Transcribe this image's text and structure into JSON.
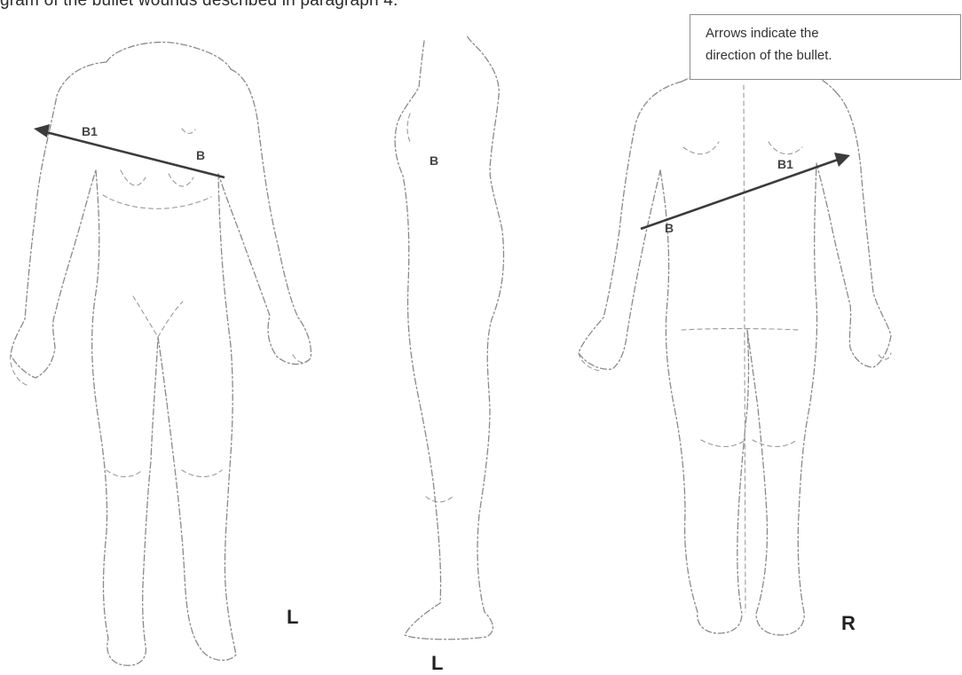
{
  "heading": "gram of the bullet wounds described in paragraph 4.",
  "callout": {
    "line1": "Arrows indicate the",
    "line2": "direction of the bullet."
  },
  "figures": {
    "front": {
      "label_b1": "B1",
      "label_b": "B",
      "side": "L"
    },
    "profile": {
      "label_b": "B",
      "side": "L"
    },
    "back": {
      "label_b1": "B1",
      "label_b": "B",
      "side": "R"
    }
  },
  "colors": {
    "arrow": "#3b3b3b",
    "outline": "#8a8a8a"
  }
}
